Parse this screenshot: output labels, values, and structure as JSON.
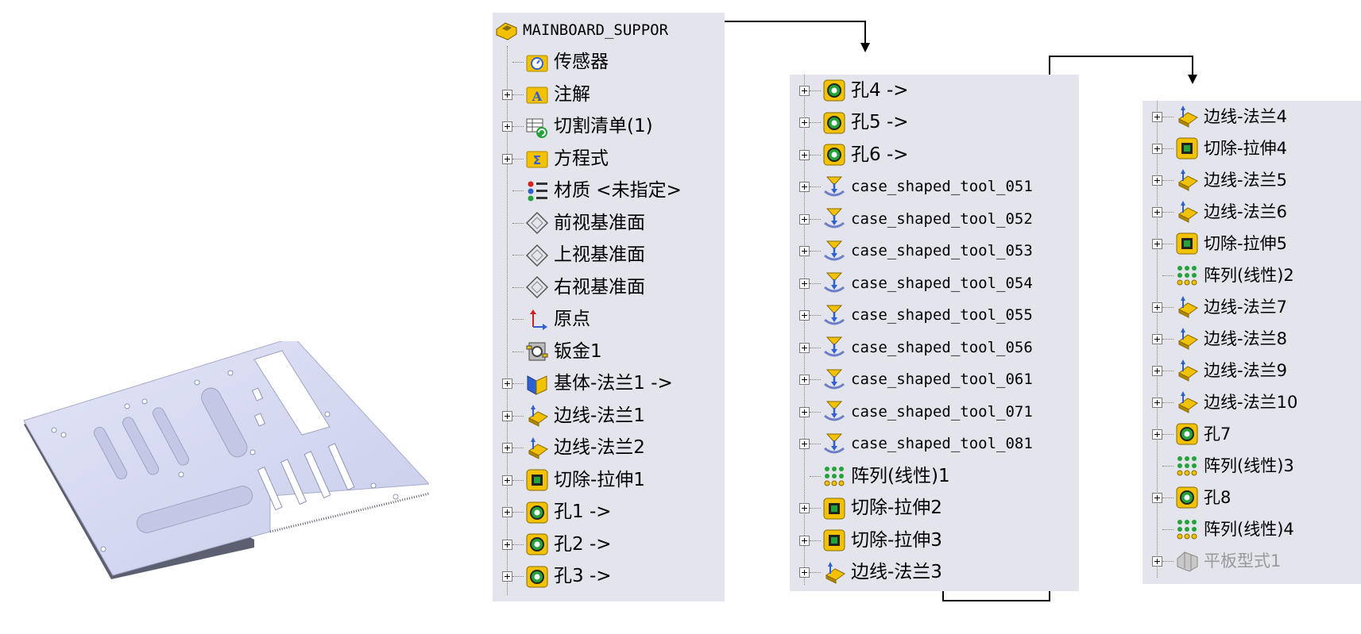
{
  "tree_panels": [
    {
      "items": [
        {
          "label": "MAINBOARD_SUPPOR",
          "icon": "part-icon",
          "expandable": false,
          "root": true
        },
        {
          "label": "传感器",
          "icon": "sensor-folder-icon",
          "expandable": false
        },
        {
          "label": "注解",
          "icon": "annotation-folder-icon",
          "expandable": true
        },
        {
          "label": "切割清单(1)",
          "icon": "cut-list-icon",
          "expandable": true
        },
        {
          "label": "方程式",
          "icon": "equation-folder-icon",
          "expandable": true
        },
        {
          "label": "材质 <未指定>",
          "icon": "material-icon",
          "expandable": false
        },
        {
          "label": "前视基准面",
          "icon": "plane-icon",
          "expandable": false
        },
        {
          "label": "上视基准面",
          "icon": "plane-icon",
          "expandable": false
        },
        {
          "label": "右视基准面",
          "icon": "plane-icon",
          "expandable": false
        },
        {
          "label": "原点",
          "icon": "origin-icon",
          "expandable": false
        },
        {
          "label": "钣金1",
          "icon": "sheet-metal-icon",
          "expandable": false
        },
        {
          "label": "基体-法兰1 ->",
          "icon": "base-flange-icon",
          "expandable": true
        },
        {
          "label": "边线-法兰1",
          "icon": "edge-flange-icon",
          "expandable": true
        },
        {
          "label": "边线-法兰2",
          "icon": "edge-flange-icon",
          "expandable": true
        },
        {
          "label": "切除-拉伸1",
          "icon": "cut-extrude-icon",
          "expandable": true
        },
        {
          "label": "孔1 ->",
          "icon": "hole-icon",
          "expandable": true
        },
        {
          "label": "孔2 ->",
          "icon": "hole-icon",
          "expandable": true
        },
        {
          "label": "孔3 ->",
          "icon": "hole-icon",
          "expandable": true
        }
      ]
    },
    {
      "items": [
        {
          "label": "孔4 ->",
          "icon": "hole-icon",
          "expandable": true
        },
        {
          "label": "孔5 ->",
          "icon": "hole-icon",
          "expandable": true
        },
        {
          "label": "孔6 ->",
          "icon": "hole-icon",
          "expandable": true
        },
        {
          "label": "case_shaped_tool_051",
          "icon": "forming-tool-icon",
          "expandable": true,
          "mono": true
        },
        {
          "label": "case_shaped_tool_052",
          "icon": "forming-tool-icon",
          "expandable": true,
          "mono": true
        },
        {
          "label": "case_shaped_tool_053",
          "icon": "forming-tool-icon",
          "expandable": true,
          "mono": true
        },
        {
          "label": "case_shaped_tool_054",
          "icon": "forming-tool-icon",
          "expandable": true,
          "mono": true
        },
        {
          "label": "case_shaped_tool_055",
          "icon": "forming-tool-icon",
          "expandable": true,
          "mono": true
        },
        {
          "label": "case_shaped_tool_056",
          "icon": "forming-tool-icon",
          "expandable": true,
          "mono": true
        },
        {
          "label": "case_shaped_tool_061",
          "icon": "forming-tool-icon",
          "expandable": true,
          "mono": true
        },
        {
          "label": "case_shaped_tool_071",
          "icon": "forming-tool-icon",
          "expandable": true,
          "mono": true
        },
        {
          "label": "case_shaped_tool_081",
          "icon": "forming-tool-icon",
          "expandable": true,
          "mono": true
        },
        {
          "label": "阵列(线性)1",
          "icon": "linear-pattern-icon",
          "expandable": false
        },
        {
          "label": "切除-拉伸2",
          "icon": "cut-extrude-icon",
          "expandable": true
        },
        {
          "label": "切除-拉伸3",
          "icon": "cut-extrude-icon",
          "expandable": true
        },
        {
          "label": "边线-法兰3",
          "icon": "edge-flange-icon",
          "expandable": true
        }
      ]
    },
    {
      "items": [
        {
          "label": "边线-法兰4",
          "icon": "edge-flange-icon",
          "expandable": true
        },
        {
          "label": "切除-拉伸4",
          "icon": "cut-extrude-icon",
          "expandable": true
        },
        {
          "label": "边线-法兰5",
          "icon": "edge-flange-icon",
          "expandable": true
        },
        {
          "label": "边线-法兰6",
          "icon": "edge-flange-icon",
          "expandable": true
        },
        {
          "label": "切除-拉伸5",
          "icon": "cut-extrude-icon",
          "expandable": true
        },
        {
          "label": "阵列(线性)2",
          "icon": "linear-pattern-icon",
          "expandable": false
        },
        {
          "label": "边线-法兰7",
          "icon": "edge-flange-icon",
          "expandable": true
        },
        {
          "label": "边线-法兰8",
          "icon": "edge-flange-icon",
          "expandable": true
        },
        {
          "label": "边线-法兰9",
          "icon": "edge-flange-icon",
          "expandable": true
        },
        {
          "label": "边线-法兰10",
          "icon": "edge-flange-icon",
          "expandable": true
        },
        {
          "label": "孔7",
          "icon": "hole-icon",
          "expandable": true
        },
        {
          "label": "阵列(线性)3",
          "icon": "linear-pattern-icon",
          "expandable": false
        },
        {
          "label": "孔8",
          "icon": "hole-icon",
          "expandable": true
        },
        {
          "label": "阵列(线性)4",
          "icon": "linear-pattern-icon",
          "expandable": false
        },
        {
          "label": "平板型式1",
          "icon": "flat-pattern-icon",
          "expandable": true,
          "suppressed": true
        }
      ]
    }
  ],
  "colors": {
    "panel_bg": "#e3e4ec",
    "part_face": "#d4d8f0",
    "part_edge": "#8a8fb0",
    "icon_yellow": "#f2c200",
    "icon_green": "#23a339",
    "icon_blue": "#2f5fd0",
    "icon_red": "#d02020"
  }
}
